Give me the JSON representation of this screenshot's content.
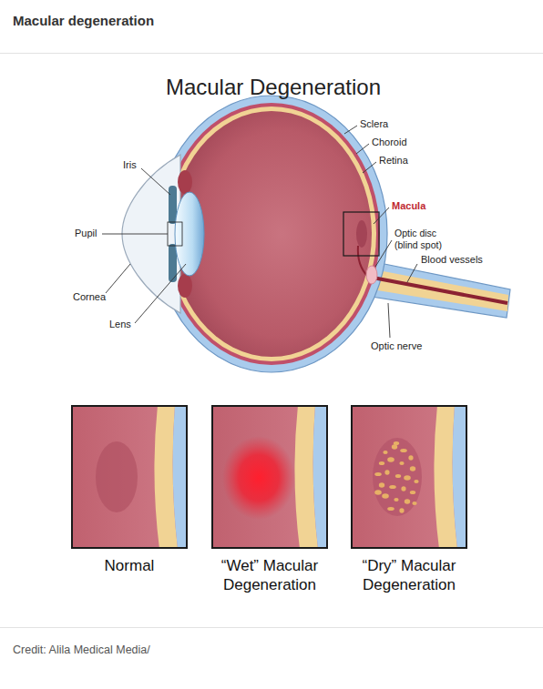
{
  "diagram": {
    "title": "Macular degeneration",
    "caption": "Credit: Alila Medical Media/",
    "nodes": [
      {
        "text": [
          "Normal"
        ]
      },
      {
        "text": [
          "“Wet” Macular Degeneration"
        ]
      },
      {
        "text": [
          "“Dry” Macular Degeneration"
        ]
      }
    ],
    "labels": [
      "Macular Degeneration",
      "Sclera",
      "Choroid",
      "Retina",
      "Iris",
      "Macula",
      "Optic disc (blind spot)",
      "Pupil",
      "Blood vessels",
      "Cornea",
      "Lens",
      "Optic nerve"
    ]
  }
}
